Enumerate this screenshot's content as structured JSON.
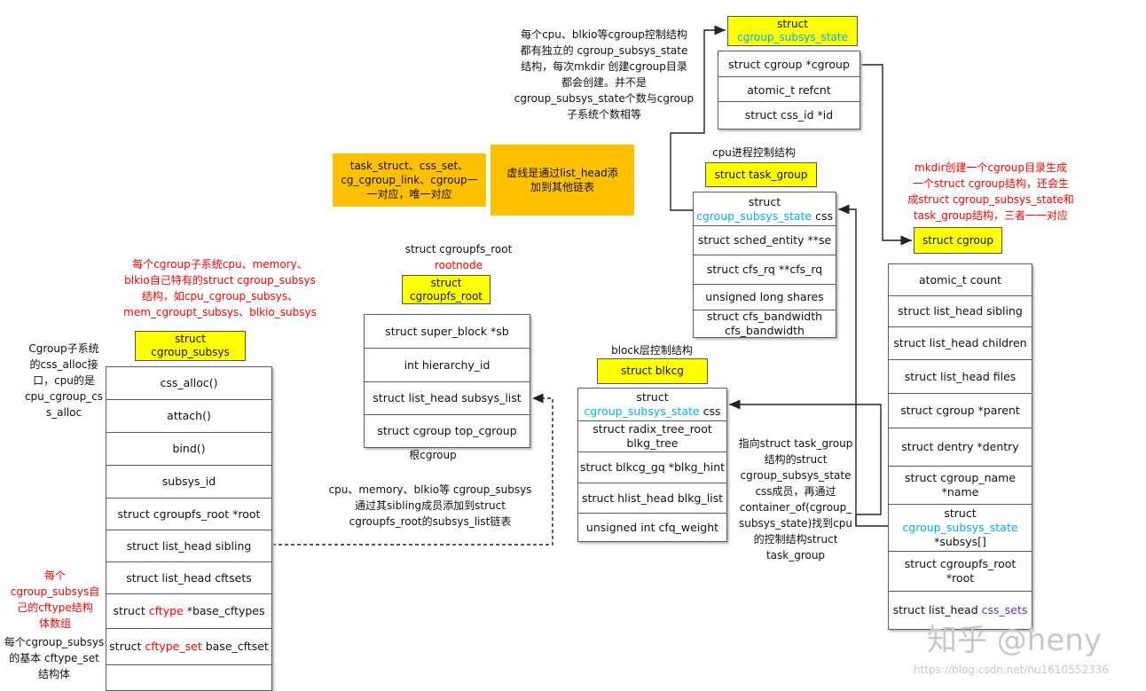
{
  "css_state": {
    "title_line1": "struct",
    "title_line2": "cgroup_subsys_state",
    "rows": [
      "struct cgroup *cgroup",
      "atomic_t  refcnt",
      "struct  css_id  *id"
    ]
  },
  "note_top": [
    "每个cpu、blkio等cgroup控制结构",
    "都有独立的 cgroup_subsys_state",
    "结构，每次mkdir 创建cgroup目录",
    "都会创建。并不是",
    "cgroup_subsys_state个数与cgroup",
    "子系统个数相等"
  ],
  "task_group": {
    "caption": "cpu进程控制结构",
    "title": "struct task_group",
    "row0_line1": "struct",
    "row0_cyan": "cgroup_subsys_state",
    "row0_suffix": " css",
    "rows": [
      "struct sched_entity **se",
      "struct cfs_rq **cfs_rq",
      "unsigned long shares",
      "struct cfs_bandwidth",
      "cfs_bandwidth"
    ]
  },
  "orange_left": [
    "task_struct、css_set、",
    "cg_cgroup_link、cgroup一",
    "一对应，唯一对应"
  ],
  "orange_right": [
    "虚线是通过list_head添",
    "加到其他链表"
  ],
  "note_mkdir": [
    "mkdir创建一个cgroup目录生成",
    "一个struct cgroup结构，还会生",
    "成struct cgroup_subsys_state和",
    "task_group结构，三者一一对应"
  ],
  "cgroup": {
    "title": "struct cgroup",
    "rows": [
      "atomic_t count",
      "struct list_head sibling",
      "struct list_head children",
      "struct list_head files",
      "struct cgroup *parent",
      "struct dentry *dentry"
    ],
    "name_line1": "struct cgroup_name",
    "name_line2": "*name",
    "subsys_line1": "struct",
    "subsys_cyan": "cgroup_subsys_state",
    "subsys_line3": "*subsys[]",
    "root_line1": "struct cgroupfs_root",
    "root_line2": "*root",
    "css_sets_prefix": "struct list_head ",
    "css_sets_purple": "css_sets"
  },
  "cgroupfs_root": {
    "caption1": "struct cgroupfs_root",
    "caption2": "rootnode",
    "title_line1": "struct",
    "title_line2": "cgroupfs_root",
    "rows": [
      "struct super_block *sb",
      "int hierarchy_id",
      "struct   list_head  subsys_list",
      "struct cgroup top_cgroup"
    ],
    "below": "根cgroup"
  },
  "note_subsys": [
    "每个cgroup子系统cpu、memory、",
    "blkio自己特有的struct cgroup_subsys",
    "结构，如cpu_cgroup_subsys、",
    "mem_cgroupt_subsys、blkio_subsys"
  ],
  "cgroup_subsys": {
    "title_line1": "struct",
    "title_line2": "cgroup_subsys",
    "rows": [
      "css_alloc()",
      "attach()",
      "bind()",
      "subsys_id",
      "struct cgroupfs_root *root",
      "struct  list_head  sibling",
      "struct list_head cftsets"
    ],
    "cftypes_prefix": "struct ",
    "cftypes_red": "cftype",
    "cftypes_suffix": " *base_cftypes",
    "cftset_prefix": "struct ",
    "cftset_red": "cftype_set",
    "cftset_suffix": " base_cftset"
  },
  "note_css_alloc": [
    "Cgroup子系统",
    "的css_alloc接",
    "口，cpu的是",
    "cpu_cgroup_cs",
    "s_alloc"
  ],
  "note_cftype": [
    "每个",
    "cgroup_subsys自",
    "己的cftype结构",
    "体数组"
  ],
  "note_cftype_set": [
    "每个cgroup_subsys",
    "的基本 cftype_set",
    "结构体"
  ],
  "note_sibling": [
    "cpu、memory、blkio等 cgroup_subsys",
    "通过其sibling成员添加到struct",
    "cgroupfs_root的subsys_list链表"
  ],
  "blkcg": {
    "caption": "block层控制结构",
    "title": "struct blkcg",
    "row0_line1": "struct",
    "row0_cyan": "cgroup_subsys_state",
    "row0_suffix": " css",
    "radix_line1": "struct radix_tree_root",
    "radix_line2": "blkg_tree",
    "rows": [
      "struct blkcg_gq *blkg_hint",
      "struct hlist_head blkg_list",
      "unsigned int cfq_weight"
    ]
  },
  "note_container": [
    "指向struct task_group",
    "结构的struct",
    "cgroup_subsys_state",
    "css成员，再通过",
    "container_of(cgroup_",
    "subsys_state)找到cpu",
    "的控制结构struct",
    "task_group"
  ],
  "watermark": {
    "main": "知乎 @heny",
    "url": "https://blog.csdn.net/hu1610552336"
  },
  "colors": {
    "yellow": "#ffff00",
    "orange": "#ffc000",
    "red": "#ff0000",
    "cyan": "#00b0f0",
    "purple": "#7030a0"
  }
}
